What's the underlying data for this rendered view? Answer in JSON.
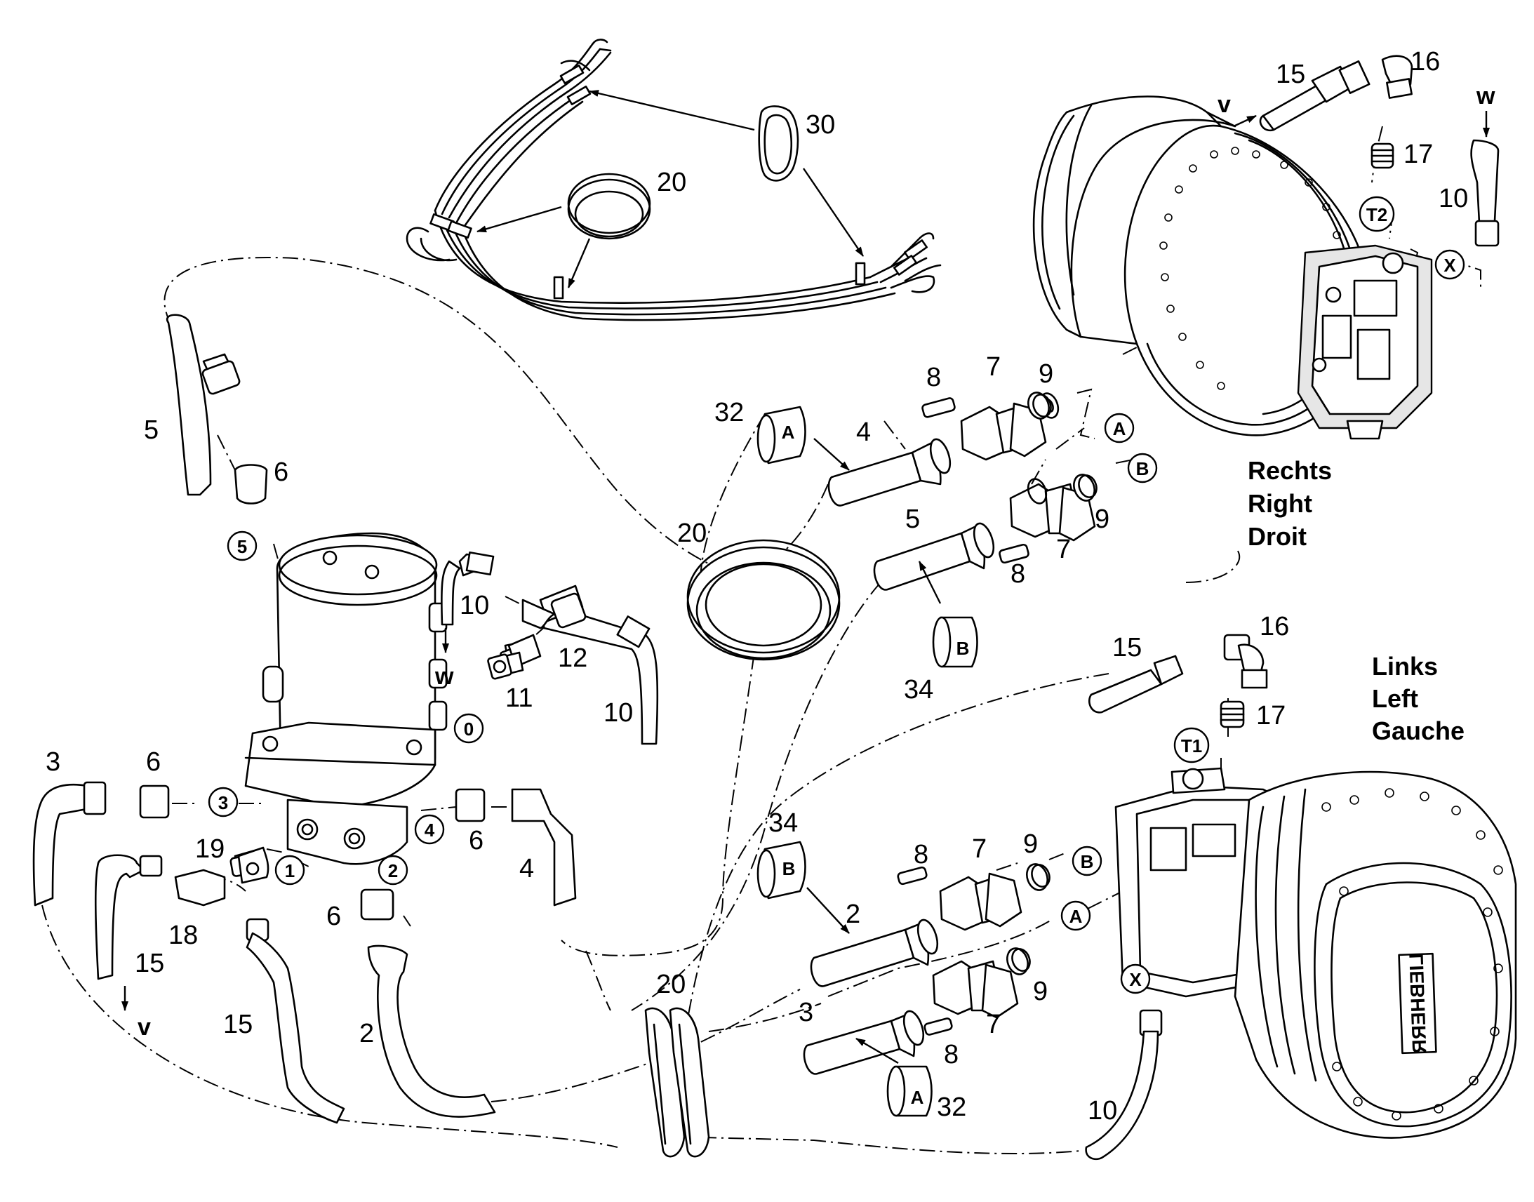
{
  "side_labels": {
    "right": [
      "Rechts",
      "Right",
      "Droit"
    ],
    "left": [
      "Links",
      "Left",
      "Gauche"
    ]
  },
  "circle_markers": [
    "5",
    "0",
    "3",
    "4",
    "1",
    "2",
    "A",
    "B",
    "T2",
    "X",
    "T1",
    "B",
    "A",
    "X"
  ],
  "callouts": [
    "30",
    "20",
    "15",
    "16",
    "17",
    "10",
    "8",
    "7",
    "9",
    "32",
    "4",
    "9",
    "5",
    "7",
    "8",
    "34",
    "5",
    "6",
    "10",
    "12",
    "11",
    "10",
    "20",
    "15",
    "16",
    "17",
    "3",
    "6",
    "19",
    "18",
    "15",
    "15",
    "6",
    "2",
    "6",
    "4",
    "34",
    "8",
    "7",
    "9",
    "2",
    "3",
    "7",
    "9",
    "8",
    "32",
    "20",
    "10"
  ],
  "direction_letters": [
    "v",
    "w",
    "w",
    "v"
  ],
  "stamp_labels": [
    "A",
    "B",
    "B",
    "A"
  ],
  "brand_text": "LIEBHERR"
}
